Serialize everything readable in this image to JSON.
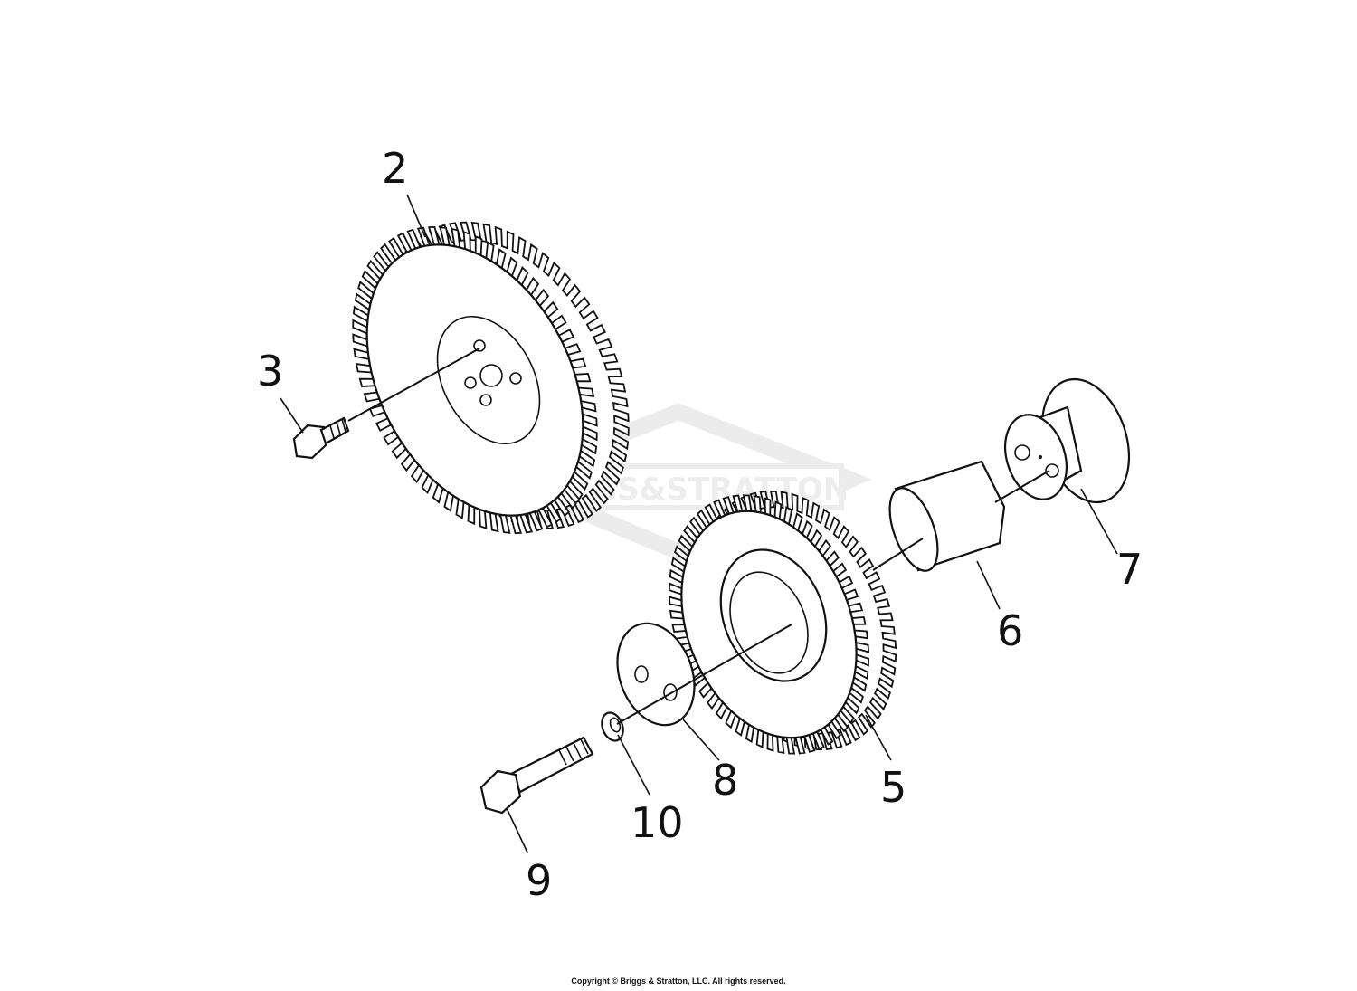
{
  "diagram": {
    "callouts": [
      {
        "id": "2",
        "text": "2"
      },
      {
        "id": "3",
        "text": "3"
      },
      {
        "id": "5",
        "text": "5"
      },
      {
        "id": "6",
        "text": "6"
      },
      {
        "id": "7",
        "text": "7"
      },
      {
        "id": "8",
        "text": "8"
      },
      {
        "id": "9",
        "text": "9"
      },
      {
        "id": "10",
        "text": "10"
      }
    ],
    "watermark": "BRIGGS&STRATTON",
    "copyright": "Copyright © Briggs & Stratton, LLC. All rights reserved."
  },
  "colors": {
    "ink": "#111111",
    "watermark": "#e6e6e6",
    "background": "#ffffff"
  }
}
